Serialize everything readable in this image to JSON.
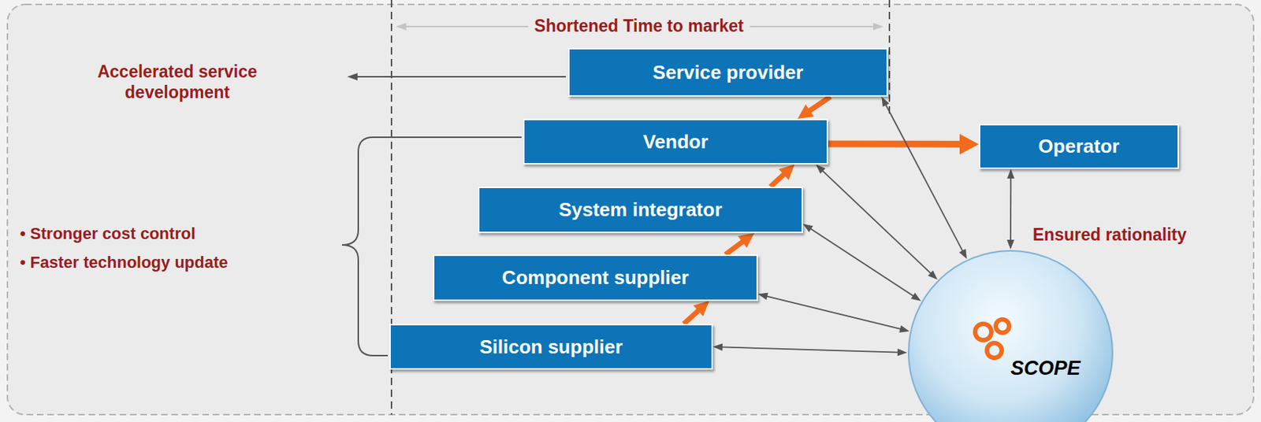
{
  "diagram": {
    "nodes": [
      {
        "text": [
          "Service provider"
        ]
      },
      {
        "text": [
          "Vendor"
        ]
      },
      {
        "text": [
          "Operator"
        ]
      },
      {
        "text": [
          "System integrator"
        ]
      },
      {
        "text": [
          "Component supplier"
        ]
      },
      {
        "text": [
          "Silicon supplier"
        ]
      },
      {
        "text": [
          "SCOPE"
        ]
      }
    ],
    "edges": [
      {
        "from": 5,
        "to": 4,
        "arrow": "to"
      },
      {
        "from": 4,
        "to": 3,
        "arrow": "to"
      },
      {
        "from": 3,
        "to": 1,
        "arrow": "to"
      },
      {
        "from": 0,
        "to": 1,
        "arrow": "to"
      },
      {
        "from": 1,
        "to": 2,
        "arrow": "to"
      },
      {
        "from": 6,
        "to": 2,
        "arrow": "both"
      },
      {
        "from": 6,
        "to": 0,
        "arrow": "both"
      },
      {
        "from": 6,
        "to": 1,
        "arrow": "both"
      },
      {
        "from": 6,
        "to": 3,
        "arrow": "both"
      },
      {
        "from": 6,
        "to": 4,
        "arrow": "both"
      },
      {
        "from": 6,
        "to": 5,
        "arrow": "both"
      }
    ],
    "labels": [
      "Shortened Time to market",
      "Accelerated service development",
      "• Stronger cost control",
      "• Faster technology update",
      "Ensured rationality"
    ]
  }
}
